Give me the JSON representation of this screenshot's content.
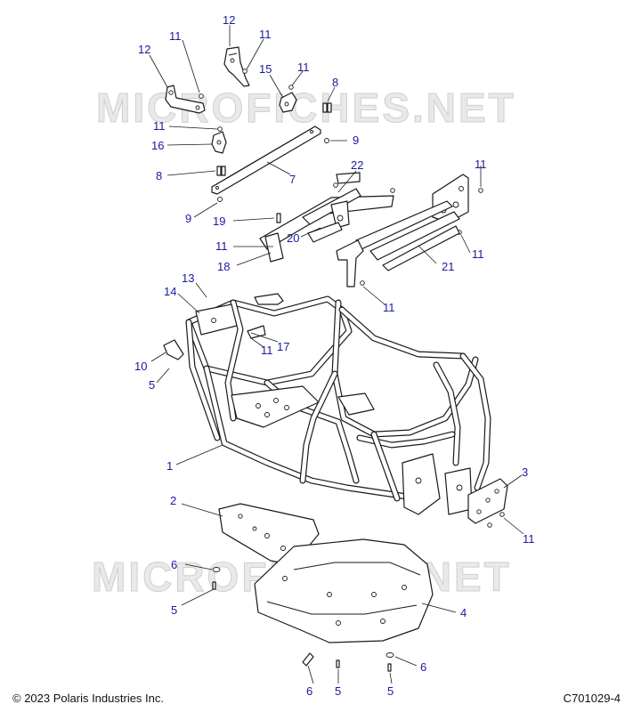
{
  "watermark": "MICROFICHES.NET",
  "footer": {
    "copyright": "© 2023 Polaris Industries Inc.",
    "figure_code": "C701029-4"
  },
  "callouts": [
    {
      "id": "c12a",
      "label": "12"
    },
    {
      "id": "c11a",
      "label": "11"
    },
    {
      "id": "c12b",
      "label": "12"
    },
    {
      "id": "c11b",
      "label": "11"
    },
    {
      "id": "c15",
      "label": "15"
    },
    {
      "id": "c11c",
      "label": "11"
    },
    {
      "id": "c8a",
      "label": "8"
    },
    {
      "id": "c11d",
      "label": "11"
    },
    {
      "id": "c9a",
      "label": "9"
    },
    {
      "id": "c16",
      "label": "16"
    },
    {
      "id": "c8b",
      "label": "8"
    },
    {
      "id": "c7",
      "label": "7"
    },
    {
      "id": "c22",
      "label": "22"
    },
    {
      "id": "c11e",
      "label": "11"
    },
    {
      "id": "c9b",
      "label": "9"
    },
    {
      "id": "c19",
      "label": "19"
    },
    {
      "id": "c20",
      "label": "20"
    },
    {
      "id": "c11f",
      "label": "11"
    },
    {
      "id": "c18",
      "label": "18"
    },
    {
      "id": "c21",
      "label": "21"
    },
    {
      "id": "c11g",
      "label": "11"
    },
    {
      "id": "c13",
      "label": "13"
    },
    {
      "id": "c14",
      "label": "14"
    },
    {
      "id": "c11h",
      "label": "11"
    },
    {
      "id": "c17",
      "label": "17"
    },
    {
      "id": "c11i",
      "label": "11"
    },
    {
      "id": "c10",
      "label": "10"
    },
    {
      "id": "c5a",
      "label": "5"
    },
    {
      "id": "c1",
      "label": "1"
    },
    {
      "id": "c3",
      "label": "3"
    },
    {
      "id": "c11j",
      "label": "11"
    },
    {
      "id": "c2",
      "label": "2"
    },
    {
      "id": "c6a",
      "label": "6"
    },
    {
      "id": "c5b",
      "label": "5"
    },
    {
      "id": "c4",
      "label": "4"
    },
    {
      "id": "c6b",
      "label": "6"
    },
    {
      "id": "c6c",
      "label": "6"
    },
    {
      "id": "c5c",
      "label": "5"
    },
    {
      "id": "c5d",
      "label": "5"
    }
  ]
}
